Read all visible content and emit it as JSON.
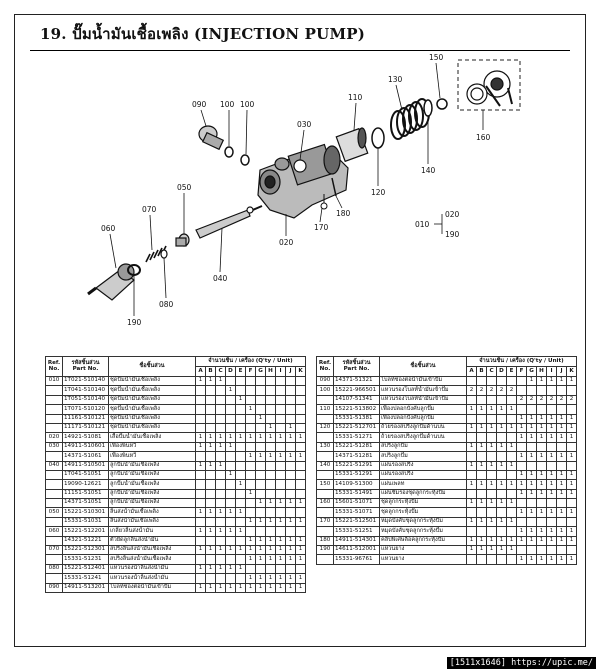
{
  "page": {
    "title": "19. ปั๊มน้ำมันเชื้อเพลิง (INJECTION PUMP)",
    "footer": "[1511x1646] https://upic.me/"
  },
  "diagram": {
    "callouts": [
      "150",
      "130",
      "090",
      "100",
      "100",
      "110",
      "030",
      "050",
      "070",
      "060",
      "020",
      "040",
      "080",
      "190",
      "170",
      "180",
      "120",
      "140",
      "160",
      "010",
      "020",
      "190"
    ]
  },
  "tables": {
    "headers": {
      "ref": [
        "Ref.",
        "No."
      ],
      "part": [
        "รหัสชิ้นส่วน",
        "Part No."
      ],
      "name": "ชื่อชิ้นส่วน",
      "qty": "จำนวนชิ้น / เครื่อง (Q'ty / Unit)",
      "cols": [
        "A",
        "B",
        "C",
        "D",
        "E",
        "F",
        "G",
        "H",
        "I",
        "J",
        "K"
      ]
    },
    "left": [
      {
        "ref": "010",
        "part": "1T021-510140",
        "name": "ชุดปั๊มน้ำมันเชื้อเพลิง",
        "q": [
          "1",
          "1",
          "1",
          "",
          "",
          "",
          "",
          "",
          "",
          "",
          ""
        ]
      },
      {
        "ref": "",
        "part": "1T041-510140",
        "name": "ชุดปั๊มน้ำมันเชื้อเพลิง",
        "q": [
          "",
          "",
          "",
          "1",
          "",
          "",
          "",
          "",
          "",
          "",
          ""
        ]
      },
      {
        "ref": "",
        "part": "1T051-510140",
        "name": "ชุดปั๊มน้ำมันเชื้อเพลิง",
        "q": [
          "",
          "",
          "",
          "",
          "1",
          "",
          "",
          "",
          "",
          "",
          ""
        ]
      },
      {
        "ref": "",
        "part": "1T071-510120",
        "name": "ชุดปั๊มน้ำมันเชื้อเพลิง",
        "q": [
          "",
          "",
          "",
          "",
          "",
          "1",
          "",
          "",
          "",
          "",
          ""
        ]
      },
      {
        "ref": "",
        "part": "11161-510121",
        "name": "ชุดปั๊มน้ำมันเชื้อเพลิง",
        "q": [
          "",
          "",
          "",
          "",
          "",
          "",
          "1",
          "",
          "",
          "",
          ""
        ]
      },
      {
        "ref": "",
        "part": "11171-510121",
        "name": "ชุดปั๊มน้ำมันเชื้อเพลิง",
        "q": [
          "",
          "",
          "",
          "",
          "",
          "",
          "",
          "1",
          "",
          "1",
          ""
        ]
      },
      {
        "ref": "020",
        "part": "14921-51081",
        "name": "เสื้อปั๊มน้ำมันเชื้อเพลิง",
        "q": [
          "1",
          "1",
          "1",
          "1",
          "1",
          "1",
          "1",
          "1",
          "1",
          "1",
          "1"
        ]
      },
      {
        "ref": "030",
        "part": "14911-510601",
        "name": "เฟืองพินหวี",
        "q": [
          "1",
          "1",
          "1",
          "1",
          "",
          "",
          "",
          "",
          "",
          "",
          ""
        ]
      },
      {
        "ref": "",
        "part": "14371-51061",
        "name": "เฟืองพินหวี",
        "q": [
          "",
          "",
          "",
          "",
          "",
          "1",
          "1",
          "1",
          "1",
          "1",
          "1"
        ]
      },
      {
        "ref": "040",
        "part": "14911-510501",
        "name": "ลูกปั๊มน้ำมันเชื้อเพลิง",
        "q": [
          "1",
          "1",
          "1",
          "",
          "",
          "",
          "",
          "",
          "",
          "",
          ""
        ]
      },
      {
        "ref": "",
        "part": "1T041-51051",
        "name": "ลูกปั๊มน้ำมันเชื้อเพลิง",
        "q": [
          "",
          "",
          "",
          "1",
          "",
          "",
          "",
          "",
          "",
          "",
          ""
        ]
      },
      {
        "ref": "",
        "part": "19090-12621",
        "name": "ลูกปั๊มน้ำมันเชื้อเพลิง",
        "q": [
          "",
          "",
          "",
          "",
          "1",
          "",
          "",
          "",
          "",
          "",
          ""
        ]
      },
      {
        "ref": "",
        "part": "11151-51051",
        "name": "ลูกปั๊มน้ำมันเชื้อเพลิง",
        "q": [
          "",
          "",
          "",
          "",
          "",
          "1",
          "",
          "",
          "",
          "",
          ""
        ]
      },
      {
        "ref": "",
        "part": "14371-51051",
        "name": "ลูกปั๊มน้ำมันเชื้อเพลิง",
        "q": [
          "",
          "",
          "",
          "",
          "",
          "",
          "1",
          "1",
          "1",
          "1",
          "1"
        ]
      },
      {
        "ref": "050",
        "part": "15221-510301",
        "name": "ลิ้นส่งน้ำมันเชื้อเพลิง",
        "q": [
          "1",
          "1",
          "1",
          "1",
          "1",
          "",
          "",
          "",
          "",
          "",
          ""
        ]
      },
      {
        "ref": "",
        "part": "15331-51031",
        "name": "ลิ้นส่งน้ำมันเชื้อเพลิง",
        "q": [
          "",
          "",
          "",
          "",
          "",
          "1",
          "1",
          "1",
          "1",
          "1",
          "1"
        ]
      },
      {
        "ref": "060",
        "part": "15221-512201",
        "name": "เกลียวลิ้นส่งน้ำมัน",
        "q": [
          "1",
          "1",
          "1",
          "1",
          "1",
          "",
          "",
          "",
          "",
          "",
          ""
        ]
      },
      {
        "ref": "",
        "part": "14321-51221",
        "name": "ตัวยึดลูกลิ้นส่งน้ำมัน",
        "q": [
          "",
          "",
          "",
          "",
          "",
          "1",
          "1",
          "1",
          "1",
          "1",
          "1"
        ]
      },
      {
        "ref": "070",
        "part": "15221-512301",
        "name": "สปริงลิ้นส่งน้ำมันเชื้อเพลิง",
        "q": [
          "1",
          "1",
          "1",
          "1",
          "1",
          "1",
          "1",
          "1",
          "1",
          "1",
          "1"
        ]
      },
      {
        "ref": "",
        "part": "15331-51231",
        "name": "สปริงลิ้นส่งน้ำมันเชื้อเพลิง",
        "q": [
          "",
          "",
          "",
          "",
          "",
          "1",
          "1",
          "1",
          "1",
          "1",
          "1"
        ]
      },
      {
        "ref": "080",
        "part": "15221-512401",
        "name": "แหวนรองน้ำลิ้นส่งน้ำมัน",
        "q": [
          "1",
          "1",
          "1",
          "1",
          "1",
          "",
          "",
          "",
          "",
          "",
          ""
        ]
      },
      {
        "ref": "",
        "part": "15331-51241",
        "name": "แหวนรองน้ำลิ้นส่งน้ำมัน",
        "q": [
          "",
          "",
          "",
          "",
          "",
          "1",
          "1",
          "1",
          "1",
          "1",
          "1"
        ]
      },
      {
        "ref": "090",
        "part": "14911-513201",
        "name": "โบลท์ช่องต่อน้ำมันเข้าปั๊ม",
        "q": [
          "1",
          "1",
          "1",
          "1",
          "1",
          "1",
          "1",
          "1",
          "1",
          "1",
          "1"
        ]
      }
    ],
    "right": [
      {
        "ref": "090",
        "part": "14371-51321",
        "name": "โบลท์ช่องต่อน้ำมันเข้าปั๊ม",
        "q": [
          "",
          "",
          "",
          "",
          "",
          "",
          "1",
          "1",
          "1",
          "1",
          "1"
        ]
      },
      {
        "ref": "100",
        "part": "15221-966501",
        "name": "แหวนรองโบลท์น้ำมันเข้าปั๊ม",
        "q": [
          "2",
          "2",
          "2",
          "2",
          "2",
          "",
          "",
          "",
          "",
          "",
          ""
        ]
      },
      {
        "ref": "",
        "part": "14107-51341",
        "name": "แหวนรองโบลท์น้ำมันเข้าปั๊ม",
        "q": [
          "",
          "",
          "",
          "",
          "",
          "2",
          "2",
          "2",
          "2",
          "2",
          "2"
        ]
      },
      {
        "ref": "110",
        "part": "15221-513802",
        "name": "เฟืองปลอกบังคับลูกปั๊ม",
        "q": [
          "1",
          "1",
          "1",
          "1",
          "1",
          "",
          "",
          "",
          "",
          "",
          ""
        ]
      },
      {
        "ref": "",
        "part": "15331-51381",
        "name": "เฟืองปลอกบังคับลูกปั๊ม",
        "q": [
          "",
          "",
          "",
          "",
          "",
          "1",
          "1",
          "1",
          "1",
          "1",
          "1"
        ]
      },
      {
        "ref": "120",
        "part": "15221-512701",
        "name": "ถ้วยรองสปริงลูกปั๊มด้านบน",
        "q": [
          "1",
          "1",
          "1",
          "1",
          "1",
          "1",
          "1",
          "1",
          "1",
          "1",
          "1"
        ]
      },
      {
        "ref": "",
        "part": "15331-51271",
        "name": "ถ้วยรองสปริงลูกปั๊มด้านบน",
        "q": [
          "",
          "",
          "",
          "",
          "",
          "1",
          "1",
          "1",
          "1",
          "1",
          "1"
        ]
      },
      {
        "ref": "130",
        "part": "15221-51281",
        "name": "สปริงลูกปั๊ม",
        "q": [
          "1",
          "1",
          "1",
          "1",
          "1",
          "",
          "",
          "",
          "",
          "",
          ""
        ]
      },
      {
        "ref": "",
        "part": "14371-51281",
        "name": "สปริงลูกปั๊ม",
        "q": [
          "",
          "",
          "",
          "",
          "",
          "1",
          "1",
          "1",
          "1",
          "1",
          "1"
        ]
      },
      {
        "ref": "140",
        "part": "15221-51291",
        "name": "แผ่นรองสปริง",
        "q": [
          "1",
          "1",
          "1",
          "1",
          "1",
          "",
          "",
          "",
          "",
          "",
          ""
        ]
      },
      {
        "ref": "",
        "part": "15331-51291",
        "name": "แผ่นรองสปริง",
        "q": [
          "",
          "",
          "",
          "",
          "",
          "1",
          "1",
          "1",
          "1",
          "1",
          "1"
        ]
      },
      {
        "ref": "150",
        "part": "14109-51300",
        "name": "แผ่นเพลท",
        "q": [
          "1",
          "1",
          "1",
          "1",
          "1",
          "1",
          "1",
          "1",
          "1",
          "1",
          "1"
        ]
      },
      {
        "ref": "",
        "part": "15331-51491",
        "name": "แผ่นชิมรองชุดลูกกระทุ้งปั๊ม",
        "q": [
          "",
          "",
          "",
          "",
          "",
          "1",
          "1",
          "1",
          "1",
          "1",
          "1"
        ]
      },
      {
        "ref": "160",
        "part": "15601-51071",
        "name": "ชุดลูกกระทุ้งปั๊ม",
        "q": [
          "1",
          "1",
          "1",
          "1",
          "1",
          "",
          "",
          "",
          "",
          "",
          ""
        ]
      },
      {
        "ref": "",
        "part": "15331-51071",
        "name": "ชุดลูกกระทุ้งปั๊ม",
        "q": [
          "",
          "",
          "",
          "",
          "",
          "1",
          "1",
          "1",
          "1",
          "1",
          "1"
        ]
      },
      {
        "ref": "170",
        "part": "15221-512501",
        "name": "หมุดบังคับชุดลูกกระทุ้งปั๊ม",
        "q": [
          "1",
          "1",
          "1",
          "1",
          "1",
          "",
          "",
          "",
          "",
          "",
          ""
        ]
      },
      {
        "ref": "",
        "part": "15331-51251",
        "name": "หมุดบังคับชุดลูกกระทุ้งปั๊ม",
        "q": [
          "",
          "",
          "",
          "",
          "",
          "1",
          "1",
          "1",
          "1",
          "1",
          "1"
        ]
      },
      {
        "ref": "180",
        "part": "14911-514301",
        "name": "คลิปพิเศษล็อคลูกกระทุ้งปั๊ม",
        "q": [
          "1",
          "1",
          "1",
          "1",
          "1",
          "1",
          "1",
          "1",
          "1",
          "1",
          "1"
        ]
      },
      {
        "ref": "190",
        "part": "14611-512001",
        "name": "แหวนยาง",
        "q": [
          "1",
          "1",
          "1",
          "1",
          "1",
          "",
          "",
          "",
          "",
          "",
          ""
        ]
      },
      {
        "ref": "",
        "part": "15331-96761",
        "name": "แหวนยาง",
        "q": [
          "",
          "",
          "",
          "",
          "",
          "1",
          "1",
          "1",
          "1",
          "1",
          "1"
        ]
      }
    ]
  }
}
